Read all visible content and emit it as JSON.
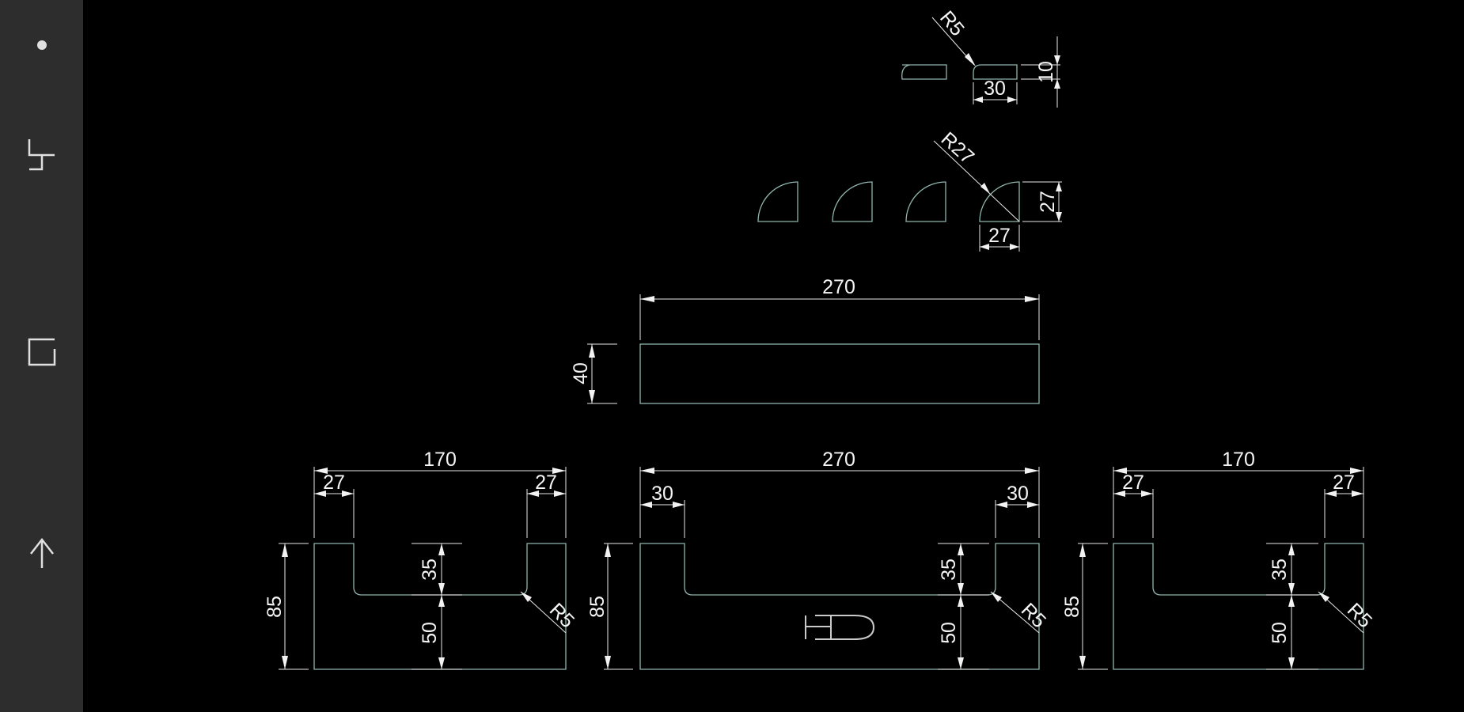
{
  "navigation": {
    "dot_icon": "dot-icon",
    "recents_icon": "recent-apps-icon",
    "home_icon": "home-icon",
    "back_icon": "back-arrow-icon"
  },
  "toolbar": {
    "collapse_icon": "collapse-arrows-icon"
  },
  "drawing": {
    "colors": {
      "outline": "#8fb4ad",
      "dimension": "#e8e8e8",
      "background": "#000000"
    },
    "dimensions": {
      "piece_r5": {
        "radius": "R5",
        "length": "30",
        "height": "10"
      },
      "quarter_round": {
        "radius": "R27",
        "width": "27",
        "height": "27"
      },
      "top_plate": {
        "length": "270",
        "height": "40"
      },
      "left_side": {
        "length": "170",
        "notch_left": "27",
        "notch_right": "27",
        "height": "85",
        "notch_depth": "35",
        "base": "50",
        "radius": "R5"
      },
      "center_side": {
        "length": "270",
        "notch_left": "30",
        "notch_right": "30",
        "height": "85",
        "notch_depth": "35",
        "base": "50",
        "radius": "R5"
      },
      "right_side": {
        "length": "170",
        "notch_left": "27",
        "notch_right": "27",
        "height": "85",
        "notch_depth": "35",
        "base": "50",
        "radius": "R5"
      }
    }
  }
}
